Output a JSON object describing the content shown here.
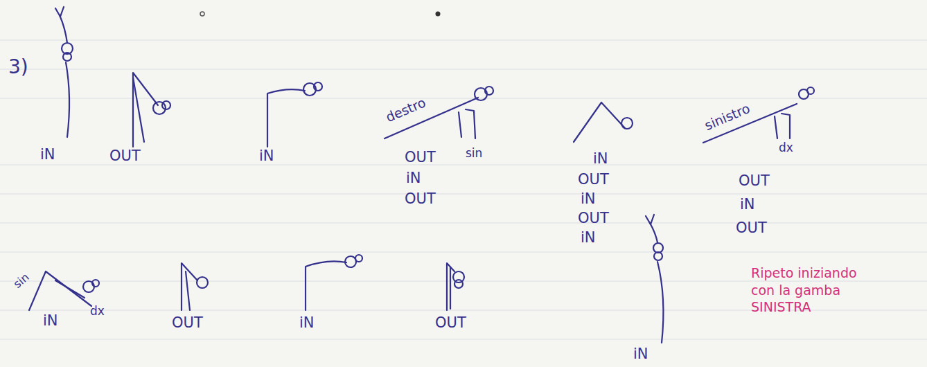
{
  "diagram": {
    "labels": [
      "3)",
      "iN",
      "OUT",
      "iN",
      "destro",
      "OUT",
      "sin",
      "iN",
      "OUT",
      "iN",
      "OUT",
      "iN",
      "OUT",
      "iN",
      "sinistro",
      "dx",
      "OUT",
      "iN",
      "OUT",
      "sin",
      "iN",
      "dx",
      "OUT",
      "iN",
      "OUT",
      "iN",
      "Ripeto iniziando con la gamba SINISTRA"
    ]
  }
}
